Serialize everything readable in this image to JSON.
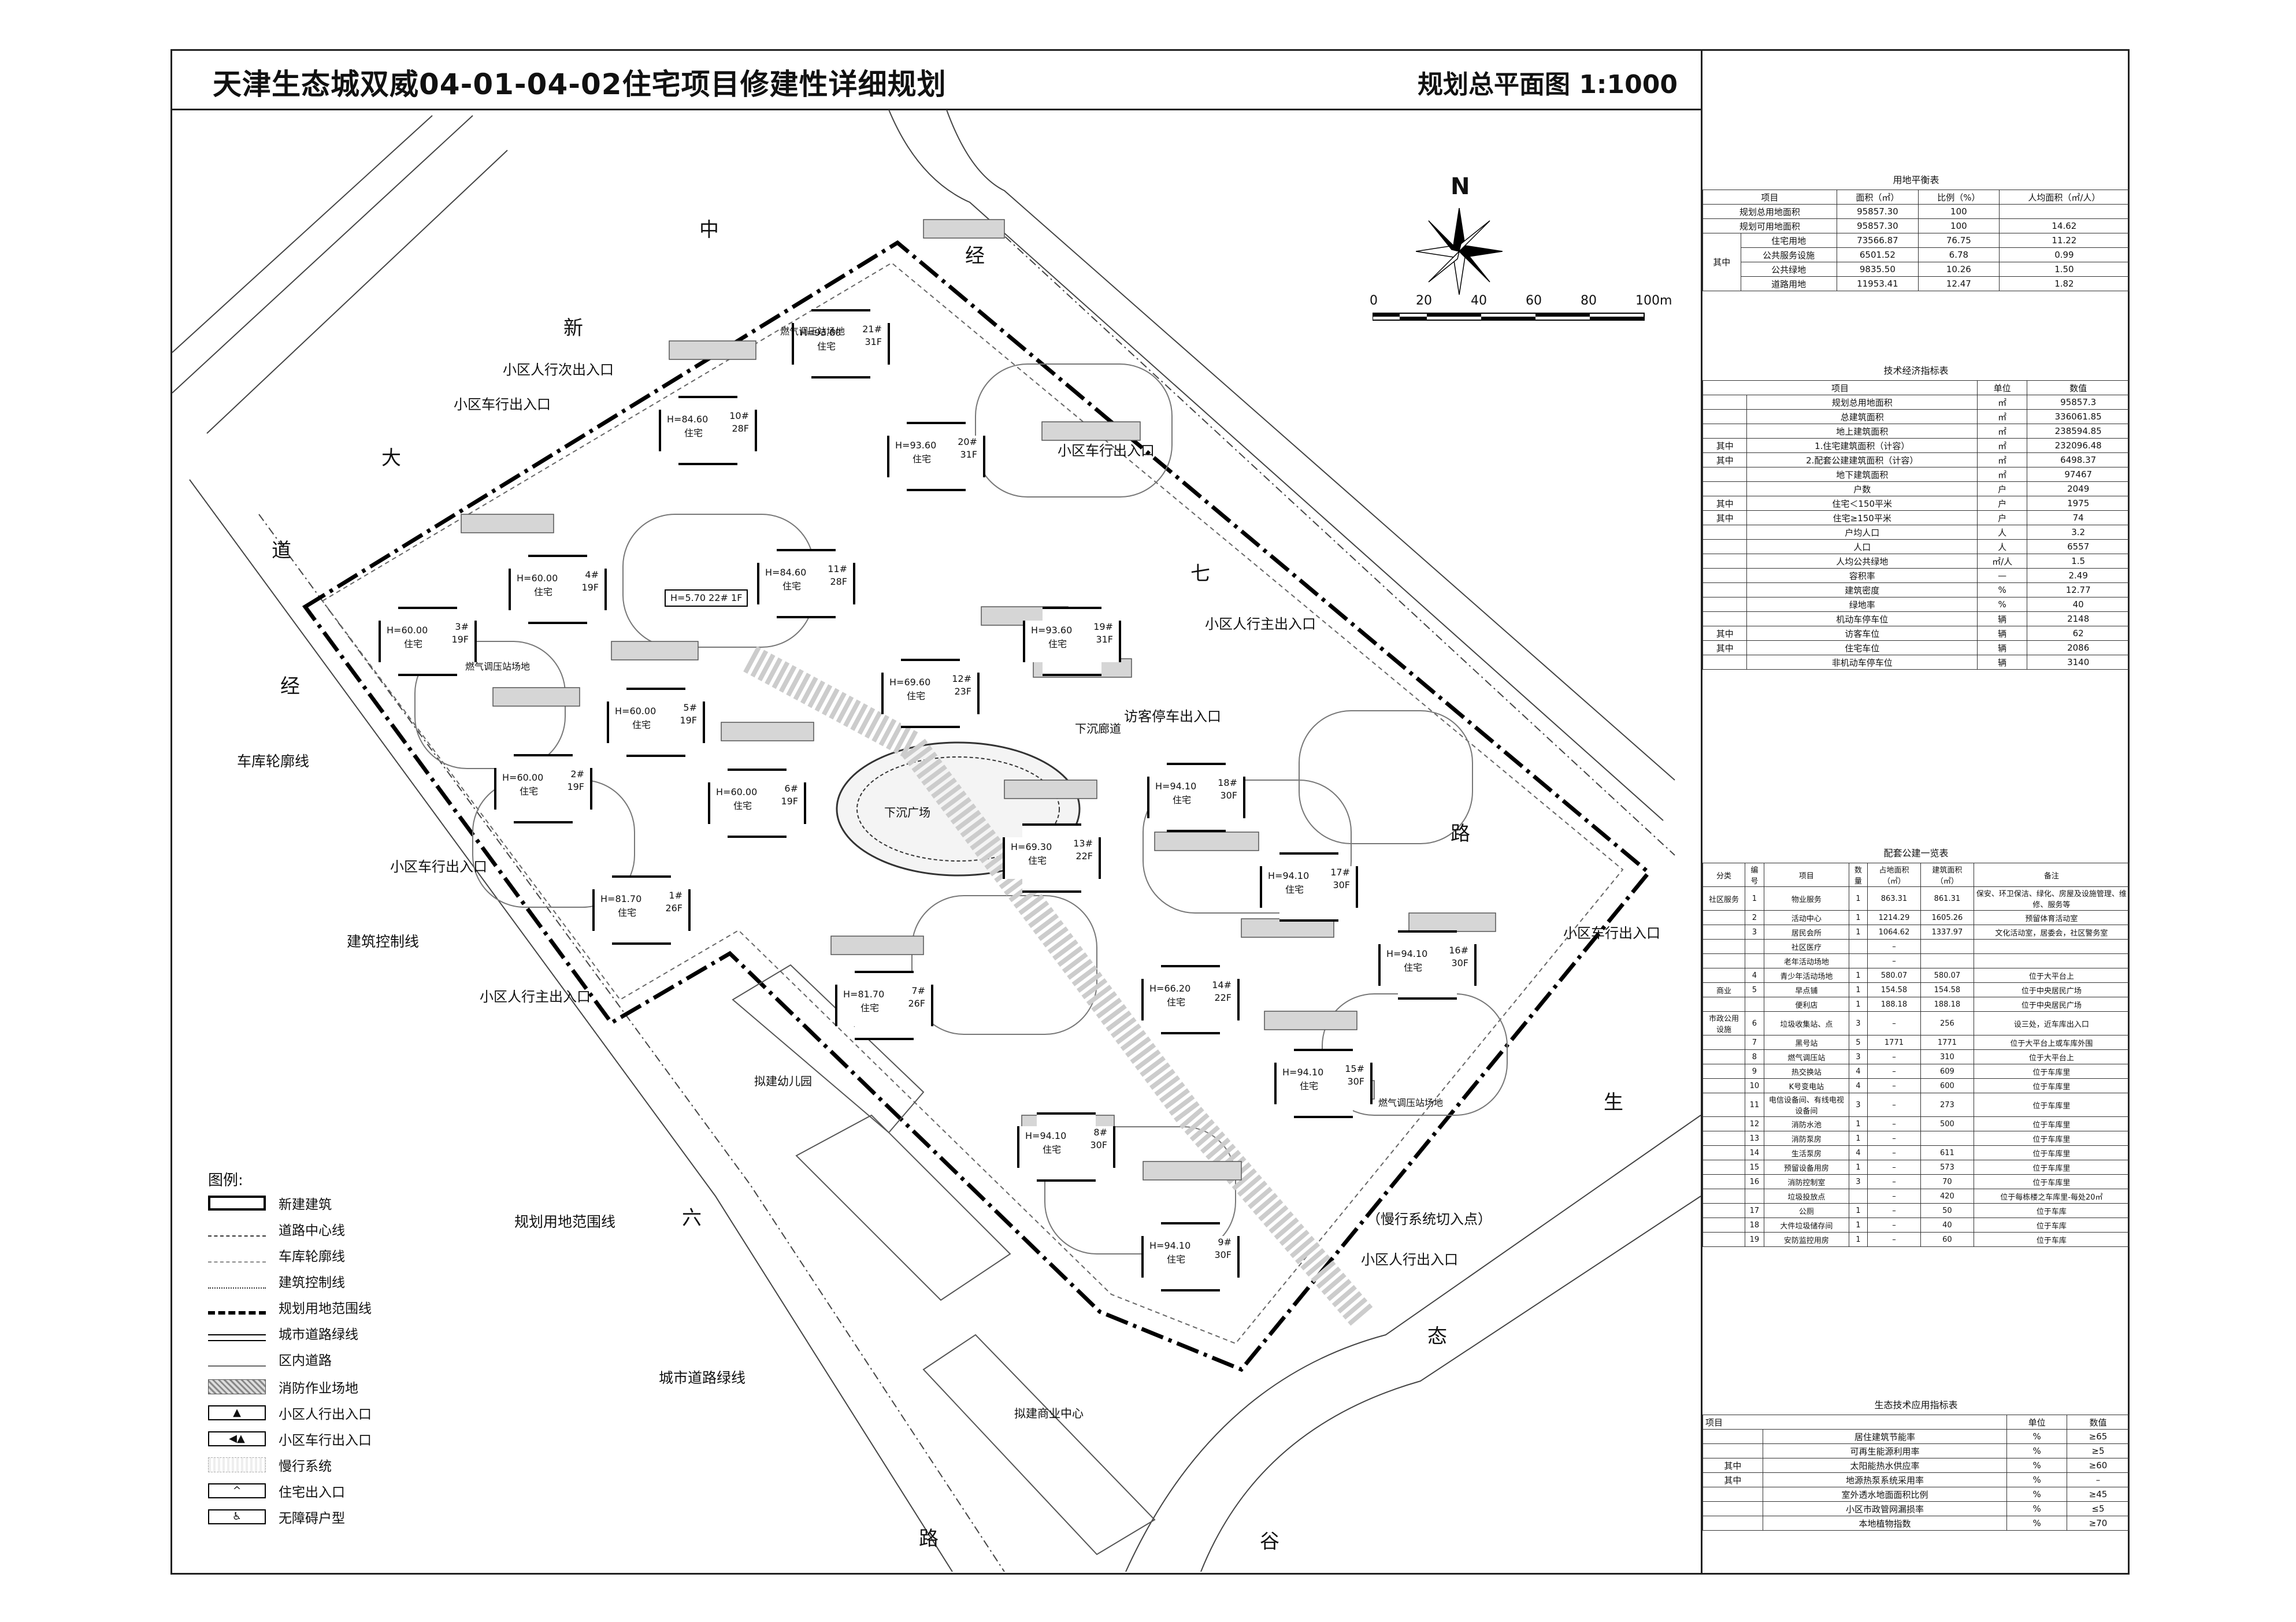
{
  "title": "天津生态城双威04-01-04-02住宅项目修建性详细规划",
  "scale_title": "规划总平面图 1:1000",
  "north": "N",
  "scale_bar": [
    "0",
    "20",
    "40",
    "60",
    "80",
    "100m"
  ],
  "roads": [
    {
      "t": "中"
    },
    {
      "t": "新"
    },
    {
      "t": "大"
    },
    {
      "t": "道"
    },
    {
      "t": "经"
    },
    {
      "t": "经"
    },
    {
      "t": "七"
    },
    {
      "t": "路"
    },
    {
      "t": "生"
    },
    {
      "t": "态"
    },
    {
      "t": "谷"
    },
    {
      "t": "六"
    },
    {
      "t": "路"
    }
  ],
  "site_labels": [
    "小区人行次出入口",
    "小区车行出入口",
    "小区车行出入口",
    "小区人行主出入口",
    "访客停车出入口",
    "下沉廊道",
    "下沉广场",
    "小区车行出入口",
    "小区人行主出入口",
    "小区车行出入口",
    "拟建幼儿园",
    "（慢行系统切入点）",
    "小区人行出入口",
    "拟建商业中心",
    "燃气调压站场地",
    "燃气调压站场地",
    "燃气调压站场地"
  ],
  "callouts": [
    "车库轮廓线",
    "建筑控制线",
    "规划用地范围线",
    "城市道路绿线"
  ],
  "buildings": [
    {
      "h": "H=93.60",
      "n": "21#",
      "f": "31F",
      "u": "住宅"
    },
    {
      "h": "H=84.60",
      "n": "10#",
      "f": "28F",
      "u": "住宅"
    },
    {
      "h": "H=93.60",
      "n": "20#",
      "f": "31F",
      "u": "住宅"
    },
    {
      "h": "H=84.60",
      "n": "11#",
      "f": "28F",
      "u": "住宅"
    },
    {
      "h": "H=60.00",
      "n": "4#",
      "f": "19F",
      "u": "住宅"
    },
    {
      "h": "H=60.00",
      "n": "3#",
      "f": "19F",
      "u": "住宅"
    },
    {
      "h": "H=5.70",
      "n": "22#",
      "f": "1F",
      "u": ""
    },
    {
      "h": "H=93.60",
      "n": "19#",
      "f": "31F",
      "u": "住宅"
    },
    {
      "h": "H=69.60",
      "n": "12#",
      "f": "23F",
      "u": "住宅"
    },
    {
      "h": "H=60.00",
      "n": "5#",
      "f": "19F",
      "u": "住宅"
    },
    {
      "h": "H=60.00",
      "n": "2#",
      "f": "19F",
      "u": "住宅"
    },
    {
      "h": "H=60.00",
      "n": "6#",
      "f": "19F",
      "u": "住宅"
    },
    {
      "h": "H=94.10",
      "n": "18#",
      "f": "30F",
      "u": "住宅"
    },
    {
      "h": "H=69.30",
      "n": "13#",
      "f": "22F",
      "u": "住宅"
    },
    {
      "h": "H=94.10",
      "n": "17#",
      "f": "30F",
      "u": "住宅"
    },
    {
      "h": "H=81.70",
      "n": "1#",
      "f": "26F",
      "u": "住宅"
    },
    {
      "h": "H=94.10",
      "n": "16#",
      "f": "30F",
      "u": "住宅"
    },
    {
      "h": "H=81.70",
      "n": "7#",
      "f": "26F",
      "u": "住宅"
    },
    {
      "h": "H=66.20",
      "n": "14#",
      "f": "22F",
      "u": "住宅"
    },
    {
      "h": "H=94.10",
      "n": "15#",
      "f": "30F",
      "u": "住宅"
    },
    {
      "h": "H=94.10",
      "n": "8#",
      "f": "30F",
      "u": "住宅"
    },
    {
      "h": "H=94.10",
      "n": "9#",
      "f": "30F",
      "u": "住宅"
    }
  ],
  "legend": {
    "title": "图例:",
    "items": [
      "新建建筑",
      "道路中心线",
      "车库轮廓线",
      "建筑控制线",
      "规划用地范围线",
      "城市道路绿线",
      "区内道路",
      "消防作业场地",
      "小区人行出入口",
      "小区车行出入口",
      "慢行系统",
      "住宅出入口",
      "无障碍户型"
    ]
  },
  "land_table": {
    "caption": "用地平衡表",
    "header": [
      "项目",
      "面积（㎡）",
      "比例（%）",
      "人均面积（㎡/人）"
    ],
    "rows": [
      [
        "规划总用地面积",
        "95857.30",
        "100",
        ""
      ],
      [
        "规划可用地面积",
        "95857.30",
        "100",
        "14.62"
      ],
      [
        "住宅用地",
        "73566.87",
        "76.75",
        "11.22"
      ],
      [
        "公共服务设施",
        "6501.52",
        "6.78",
        "0.99"
      ],
      [
        "公共绿地",
        "9835.50",
        "10.26",
        "1.50"
      ],
      [
        "道路用地",
        "11953.41",
        "12.47",
        "1.82"
      ]
    ],
    "group": "其中"
  },
  "tech_table": {
    "caption": "技术经济指标表",
    "header": [
      "项目",
      "单位",
      "数值"
    ],
    "rows": [
      [
        "",
        "规划总用地面积",
        "㎡",
        "95857.3"
      ],
      [
        "",
        "总建筑面积",
        "㎡",
        "336061.85"
      ],
      [
        "",
        "地上建筑面积",
        "㎡",
        "238594.85"
      ],
      [
        "其中",
        "1.住宅建筑面积（计容）",
        "㎡",
        "232096.48"
      ],
      [
        "其中",
        "2.配套公建建筑面积（计容）",
        "㎡",
        "6498.37"
      ],
      [
        "",
        "地下建筑面积",
        "㎡",
        "97467"
      ],
      [
        "",
        "户数",
        "户",
        "2049"
      ],
      [
        "其中",
        "住宅＜150平米",
        "户",
        "1975"
      ],
      [
        "其中",
        "住宅≥150平米",
        "户",
        "74"
      ],
      [
        "",
        "户均人口",
        "人",
        "3.2"
      ],
      [
        "",
        "人口",
        "人",
        "6557"
      ],
      [
        "",
        "人均公共绿地",
        "㎡/人",
        "1.5"
      ],
      [
        "",
        "容积率",
        "—",
        "2.49"
      ],
      [
        "",
        "建筑密度",
        "%",
        "12.77"
      ],
      [
        "",
        "绿地率",
        "%",
        "40"
      ],
      [
        "",
        "机动车停车位",
        "辆",
        "2148"
      ],
      [
        "其中",
        "访客车位",
        "辆",
        "62"
      ],
      [
        "其中",
        "住宅车位",
        "辆",
        "2086"
      ],
      [
        "",
        "非机动车停车位",
        "辆",
        "3140"
      ]
    ]
  },
  "facility_table": {
    "caption": "配套公建一览表",
    "header": [
      "分类",
      "编号",
      "项目",
      "数量",
      "占地面积（㎡）",
      "建筑面积（㎡）",
      "备注"
    ],
    "rows": [
      [
        "社区服务",
        "1",
        "物业服务",
        "1",
        "863.31",
        "861.31",
        "保安、环卫保洁、绿化、房屋及设施管理、维修、服务等"
      ],
      [
        "",
        "2",
        "活动中心",
        "1",
        "1214.29",
        "1605.26",
        "预留体育活动室"
      ],
      [
        "",
        "3",
        "居民会所",
        "1",
        "1064.62",
        "1337.97",
        "文化活动室，居委会，社区警务室"
      ],
      [
        "",
        "",
        "社区医疗",
        "",
        "–",
        "",
        ""
      ],
      [
        "",
        "",
        "老年活动场地",
        "",
        "–",
        "",
        ""
      ],
      [
        "",
        "4",
        "青少年活动场地",
        "1",
        "580.07",
        "580.07",
        "位于大平台上"
      ],
      [
        "商业",
        "5",
        "早点铺",
        "1",
        "154.58",
        "154.58",
        "位于中央居民广场"
      ],
      [
        "",
        "",
        "便利店",
        "1",
        "188.18",
        "188.18",
        "位于中央居民广场"
      ],
      [
        "市政公用设施",
        "6",
        "垃圾收集站、点",
        "3",
        "–",
        "256",
        "设三处，近车库出入口"
      ],
      [
        "",
        "7",
        "黑号站",
        "5",
        "1771",
        "1771",
        "位于大平台上或车库外围"
      ],
      [
        "",
        "8",
        "燃气调压站",
        "3",
        "–",
        "310",
        "位于大平台上"
      ],
      [
        "",
        "9",
        "热交换站",
        "4",
        "–",
        "609",
        "位于车库里"
      ],
      [
        "",
        "10",
        "K号变电站",
        "4",
        "–",
        "600",
        "位于车库里"
      ],
      [
        "",
        "11",
        "电信设备间、有线电视设备间",
        "3",
        "–",
        "273",
        "位于车库里"
      ],
      [
        "",
        "12",
        "消防水池",
        "1",
        "–",
        "500",
        "位于车库里"
      ],
      [
        "",
        "13",
        "消防泵房",
        "1",
        "–",
        "",
        "位于车库里"
      ],
      [
        "",
        "14",
        "生活泵房",
        "4",
        "–",
        "611",
        "位于车库里"
      ],
      [
        "",
        "15",
        "预留设备用房",
        "1",
        "–",
        "573",
        "位于车库里"
      ],
      [
        "",
        "16",
        "消防控制室",
        "3",
        "–",
        "70",
        "位于车库里"
      ],
      [
        "",
        "",
        "垃圾投放点",
        "",
        "–",
        "420",
        "位于每栋楼之车库里-每处20㎡"
      ],
      [
        "",
        "17",
        "公厕",
        "1",
        "–",
        "50",
        "位于车库"
      ],
      [
        "",
        "18",
        "大件垃圾储存间",
        "1",
        "–",
        "40",
        "位于车库"
      ],
      [
        "",
        "19",
        "安防监控用房",
        "1",
        "–",
        "60",
        "位于车库"
      ]
    ]
  },
  "eco_table": {
    "caption": "生态技术应用指标表",
    "header": [
      "项目",
      "单位",
      "数值"
    ],
    "rows": [
      [
        "",
        "居住建筑节能率",
        "%",
        "≥65"
      ],
      [
        "",
        "可再生能源利用率",
        "%",
        "≥5"
      ],
      [
        "其中",
        "太阳能热水供应率",
        "%",
        "≥60"
      ],
      [
        "其中",
        "地源热泵系统采用率",
        "%",
        "–"
      ],
      [
        "",
        "室外透水地面面积比例",
        "%",
        "≥45"
      ],
      [
        "",
        "小区市政管网漏损率",
        "%",
        "≤5"
      ],
      [
        "",
        "本地植物指数",
        "%",
        "≥70"
      ]
    ]
  }
}
